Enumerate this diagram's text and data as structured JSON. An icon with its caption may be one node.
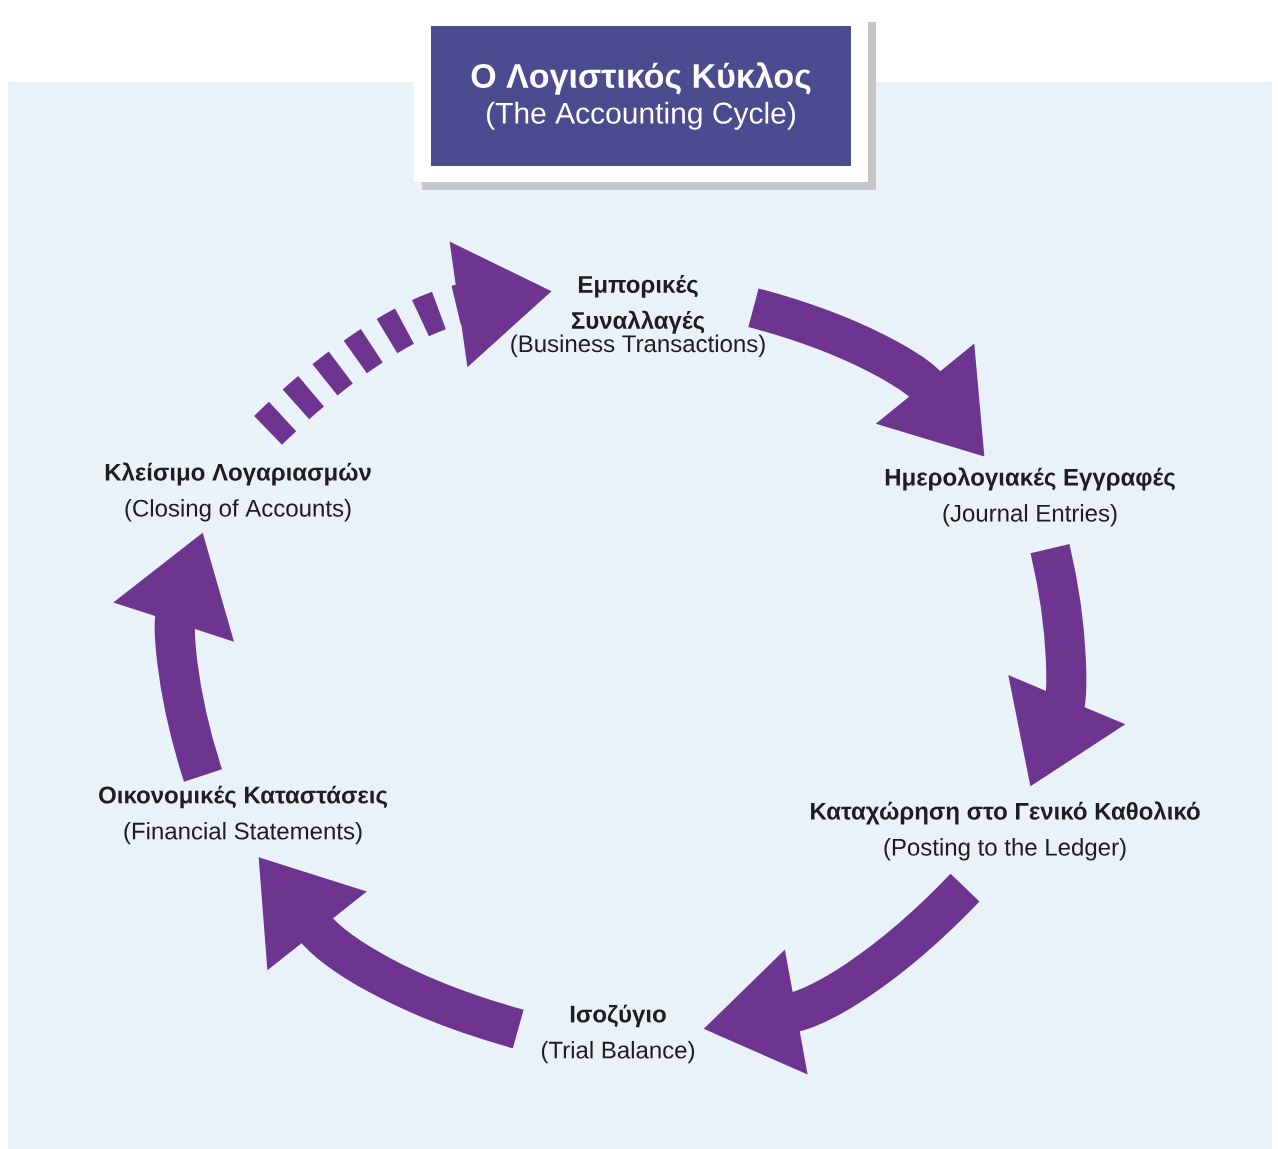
{
  "diagram": {
    "nodes": [
      {
        "text": [
          "Ο Λογιστικός Κύκλος",
          "(The Accounting Cycle)"
        ]
      },
      {
        "text": [
          "Εμπορικές Συναλλαγές",
          "(Business Transactions)"
        ]
      },
      {
        "text": [
          "Ημερολογιακές Εγγραφές",
          "(Journal Entries)"
        ]
      },
      {
        "text": [
          "Καταχώρηση στο Γενικό Καθολικό",
          "(Posting to the Ledger)"
        ]
      },
      {
        "text": [
          "Ισοζύγιο",
          "(Trial Balance)"
        ]
      },
      {
        "text": [
          "Οικονομικές Καταστάσεις",
          "(Financial Statements)"
        ]
      },
      {
        "text": [
          "Κλείσιμο Λογαριασμών",
          "(Closing of Accounts)"
        ]
      }
    ],
    "edges": [
      {
        "from": 1,
        "to": 2,
        "arrow": "to"
      },
      {
        "from": 2,
        "to": 3,
        "arrow": "to"
      },
      {
        "from": 3,
        "to": 4,
        "arrow": "to"
      },
      {
        "from": 4,
        "to": 5,
        "arrow": "to"
      },
      {
        "from": 5,
        "to": 6,
        "arrow": "to"
      },
      {
        "from": 6,
        "to": 1,
        "arrow": "to",
        "style": "dashed"
      }
    ]
  }
}
